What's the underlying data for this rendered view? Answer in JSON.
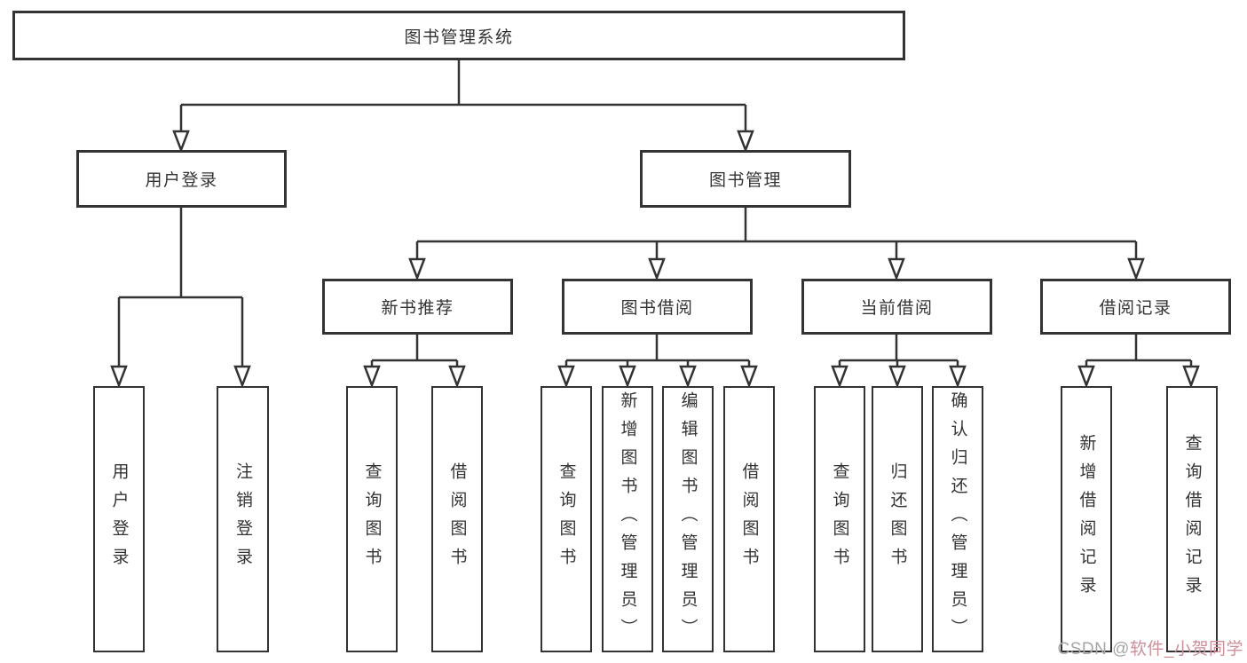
{
  "tree": {
    "root": {
      "label": "图书管理系统"
    },
    "branches": [
      {
        "label": "用户登录",
        "leaves": [
          {
            "label": "用户登录"
          },
          {
            "label": "注销登录"
          }
        ]
      },
      {
        "label": "图书管理",
        "groups": [
          {
            "label": "新书推荐",
            "leaves": [
              {
                "label": "查询图书"
              },
              {
                "label": "借阅图书"
              }
            ]
          },
          {
            "label": "图书借阅",
            "leaves": [
              {
                "label": "查询图书"
              },
              {
                "label": "新增图书（管理员）"
              },
              {
                "label": "编辑图书（管理员）"
              },
              {
                "label": "借阅图书"
              }
            ]
          },
          {
            "label": "当前借阅",
            "leaves": [
              {
                "label": "查询图书"
              },
              {
                "label": "归还图书"
              },
              {
                "label": "确认归还（管理员）"
              }
            ]
          },
          {
            "label": "借阅记录",
            "leaves": [
              {
                "label": "新增借阅记录"
              },
              {
                "label": "查询借阅记录"
              }
            ]
          }
        ]
      }
    ]
  },
  "watermark": {
    "prefix": "CSDN @",
    "username": "软件_小贺同学"
  },
  "colors": {
    "line": "#333333",
    "border": "#333333",
    "text": "#333333",
    "background": "#ffffff",
    "watermark_prefix": "#a6a6a6",
    "watermark_username": "#cf8f99"
  }
}
